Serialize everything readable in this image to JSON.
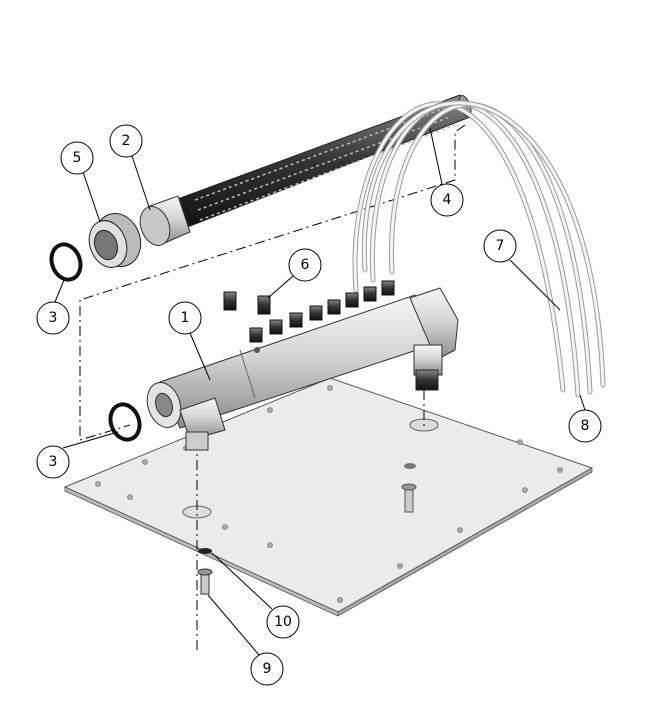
{
  "diagram": {
    "type": "exploded-assembly-view",
    "balloons": [
      {
        "id": "b5",
        "label": "5"
      },
      {
        "id": "b2",
        "label": "2"
      },
      {
        "id": "b4",
        "label": "4"
      },
      {
        "id": "b6",
        "label": "6"
      },
      {
        "id": "b1",
        "label": "1"
      },
      {
        "id": "b3a",
        "label": "3"
      },
      {
        "id": "b3b",
        "label": "3"
      },
      {
        "id": "b7",
        "label": "7"
      },
      {
        "id": "b8",
        "label": "8"
      },
      {
        "id": "b10",
        "label": "10"
      },
      {
        "id": "b9",
        "label": "9"
      }
    ],
    "colors": {
      "line": "#000000",
      "part": "#d9d9d9",
      "plate": "#e6e6e6"
    }
  }
}
